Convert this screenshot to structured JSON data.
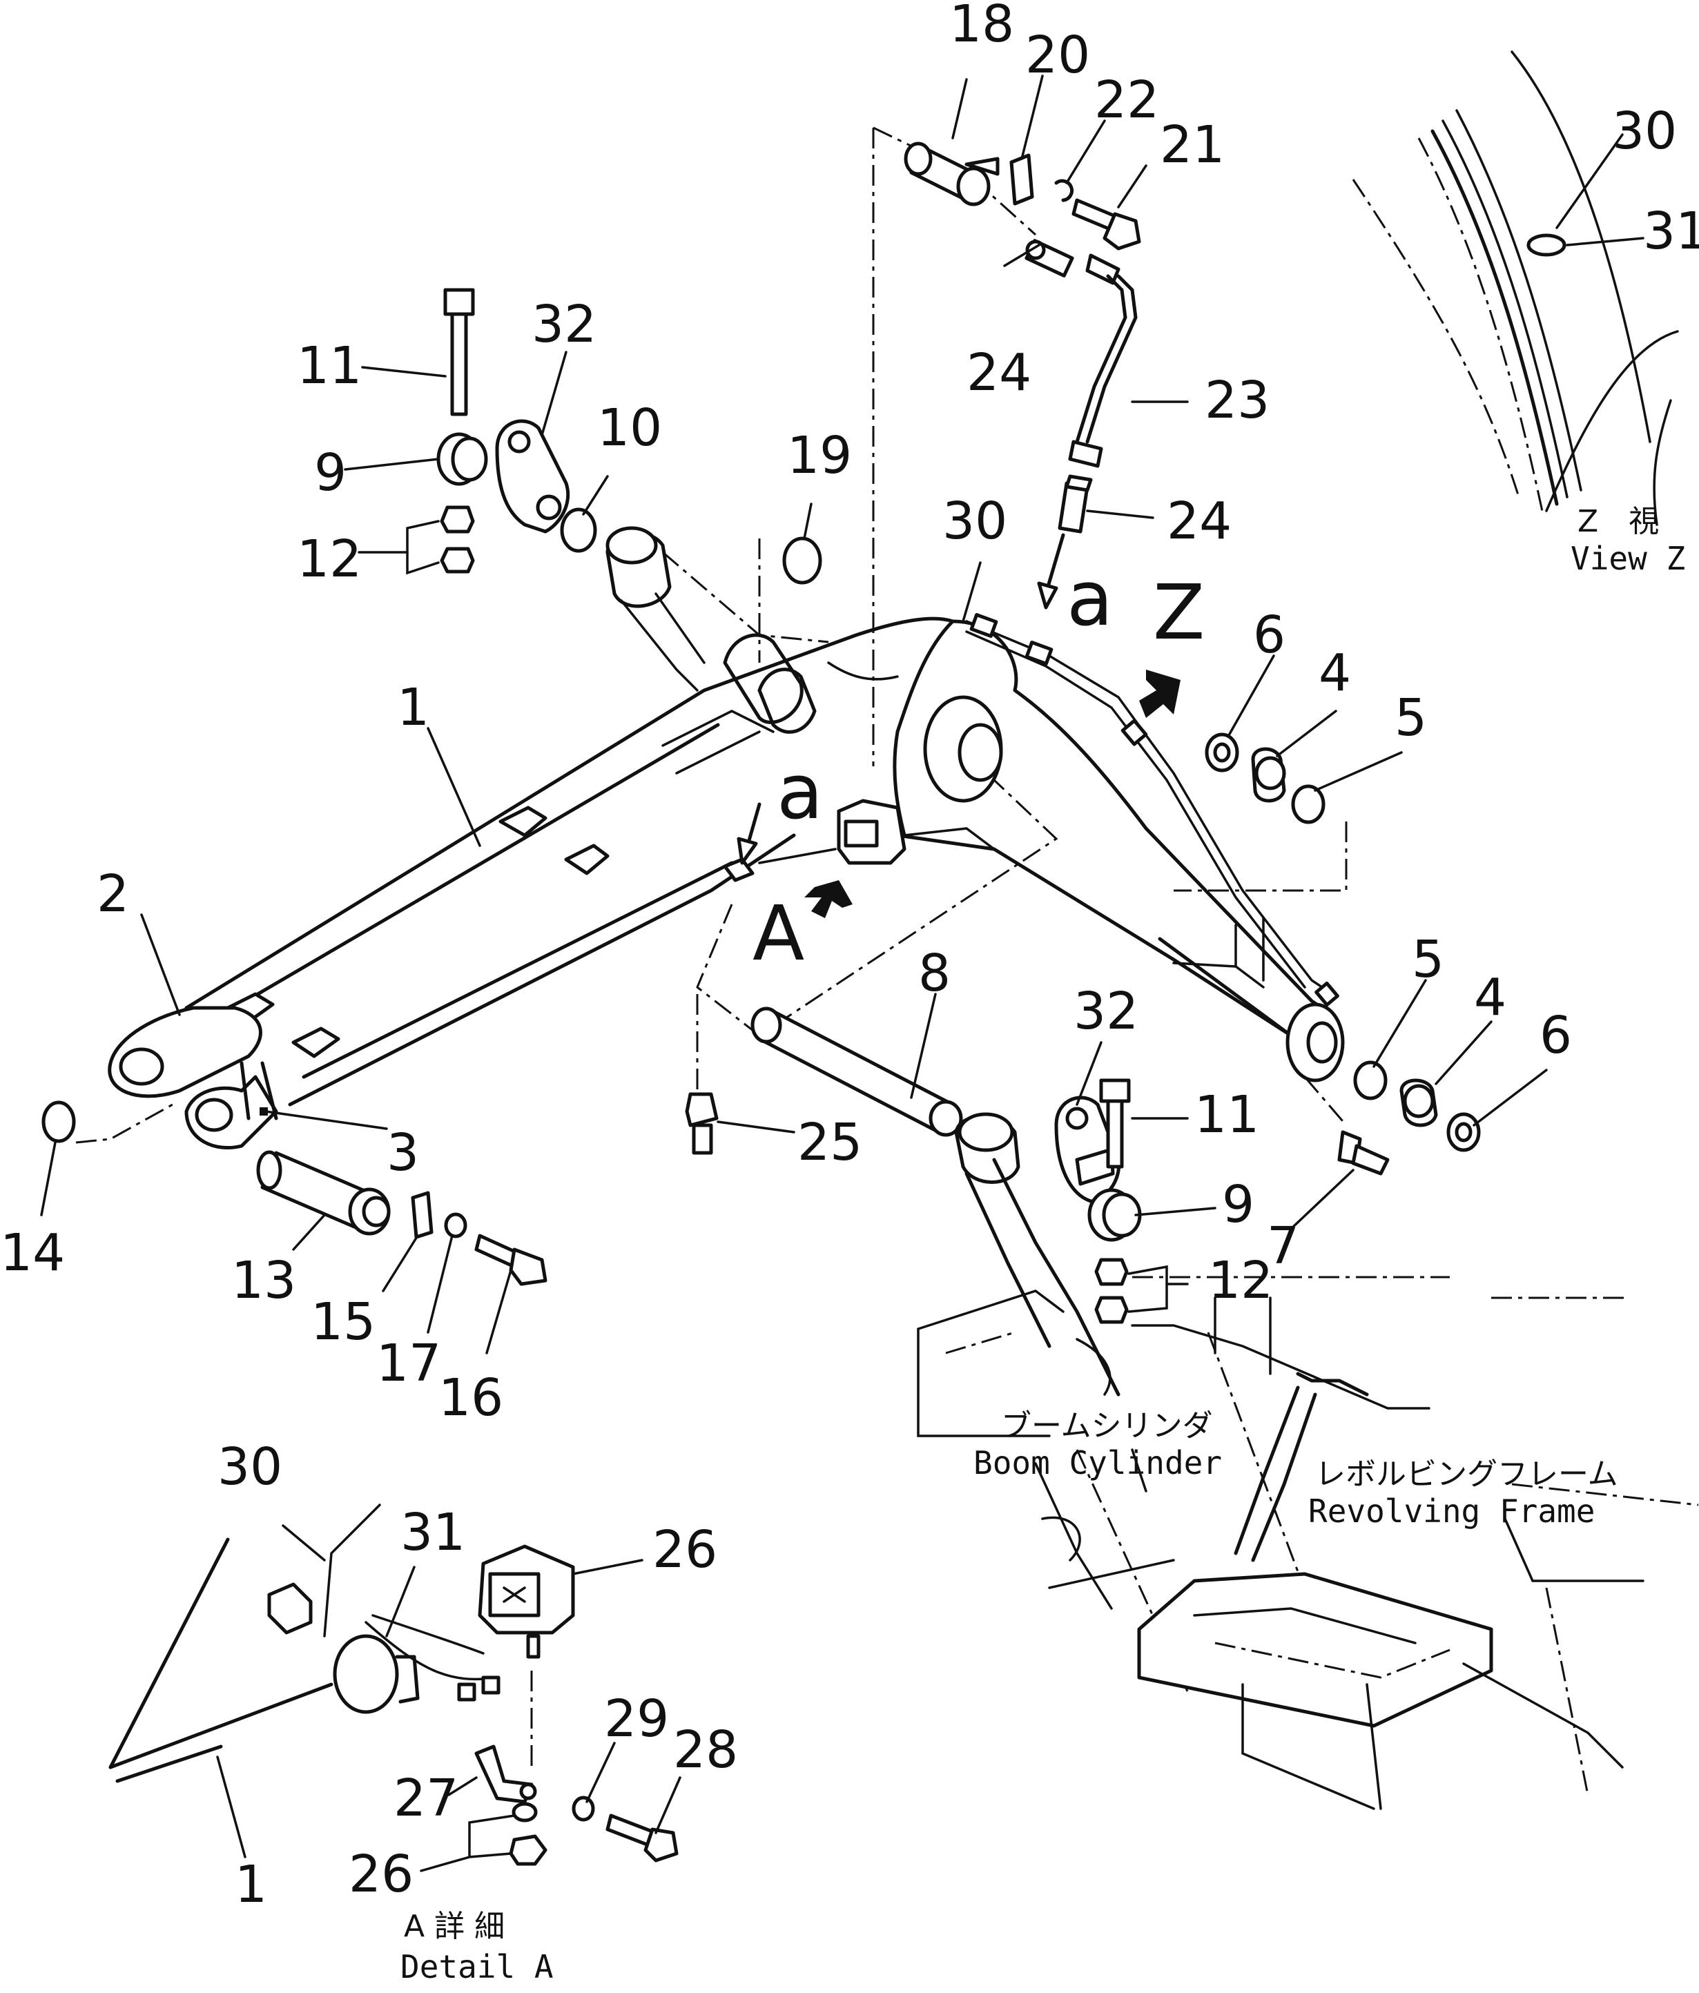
{
  "callouts": [
    "18",
    "20",
    "22",
    "21",
    "30",
    "31",
    "32",
    "11",
    "9",
    "10",
    "12",
    "19",
    "24",
    "23",
    "24",
    "30",
    "6",
    "4",
    "5",
    "1",
    "2",
    "3",
    "14",
    "13",
    "15",
    "17",
    "16",
    "8",
    "32",
    "11",
    "9",
    "12",
    "25",
    "5",
    "4",
    "6",
    "7",
    "30",
    "31",
    "26",
    "27",
    "29",
    "28",
    "26",
    "1"
  ],
  "markers": {
    "a_upper": "a",
    "z": "Z",
    "a_lower": "a",
    "detail_a": "A"
  },
  "captions": {
    "view_z_jp": "Z　視",
    "view_z_en": "View Z",
    "boom_cylinder_jp": "ブームシリンダ",
    "boom_cylinder_en": "Boom Cylinder",
    "revolving_frame_jp": "レボルビングフレーム",
    "revolving_frame_en": "Revolving Frame",
    "detail_a_jp": "A 詳 細",
    "detail_a_en": "Detail A"
  }
}
